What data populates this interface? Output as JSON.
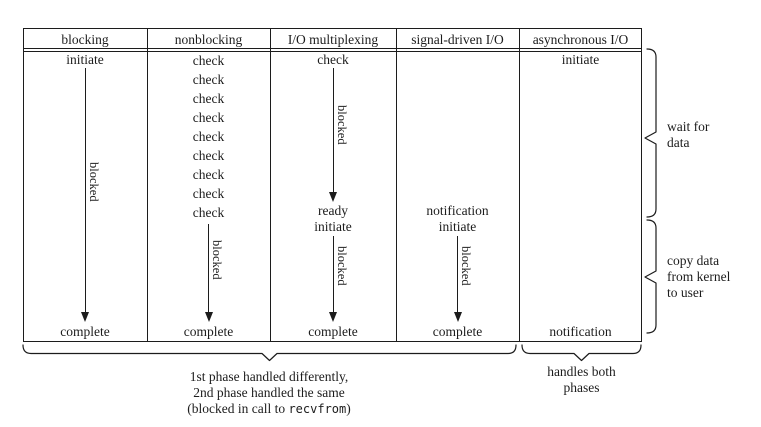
{
  "table": {
    "headers": [
      "blocking",
      "nonblocking",
      "I/O multiplexing",
      "signal-driven I/O",
      "asynchronous I/O"
    ],
    "blocking": {
      "initiate": "initiate",
      "blocked": "blocked",
      "complete": "complete"
    },
    "nonblocking": {
      "checks": [
        "check",
        "check",
        "check",
        "check",
        "check",
        "check",
        "check",
        "check",
        "check"
      ],
      "blocked": "blocked",
      "complete": "complete"
    },
    "io_multiplexing": {
      "check": "check",
      "blocked_wait": "blocked",
      "ready": "ready",
      "initiate": "initiate",
      "blocked_copy": "blocked",
      "complete": "complete"
    },
    "signal_driven": {
      "notification": "notification",
      "initiate": "initiate",
      "blocked": "blocked",
      "complete": "complete"
    },
    "asynchronous": {
      "initiate": "initiate",
      "notification": "notification"
    }
  },
  "annotations": {
    "wait_for_data": {
      "lines": [
        "wait for",
        "data"
      ]
    },
    "copy_data": {
      "lines": [
        "copy data",
        "from kernel",
        "to user"
      ]
    },
    "first_phase": {
      "line1": "1st phase handled differently,",
      "line2": "2nd phase handled the same",
      "third_prefix": "(blocked in call to ",
      "code": "recvfrom",
      "third_suffix": ")"
    },
    "handles_both": {
      "lines": [
        "handles both",
        "phases"
      ]
    }
  },
  "colors": {
    "ink": "#1c1c1c",
    "background": "#ffffff"
  }
}
